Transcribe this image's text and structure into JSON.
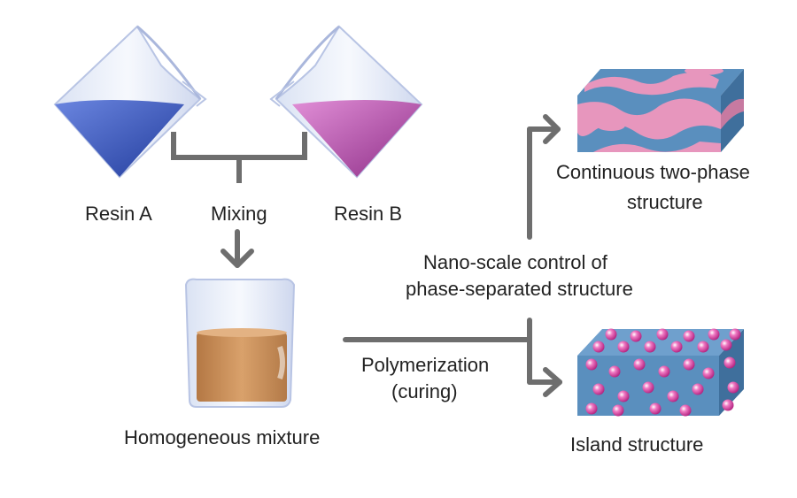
{
  "labels": {
    "resin_a": "Resin A",
    "mixing": "Mixing",
    "resin_b": "Resin B",
    "homogeneous": "Homogeneous mixture",
    "nano_line1": "Nano-scale control of",
    "nano_line2": "phase-separated structure",
    "poly_line1": "Polymerization",
    "poly_line2": "(curing)",
    "continuous_line1": "Continuous two-phase",
    "continuous_line2": "structure",
    "island": "Island structure"
  },
  "colors": {
    "connector": "#6e6e6e",
    "resin_a": "#3a55b8",
    "resin_b": "#b04aa6",
    "mixture": "#c98f5a",
    "matrix_blue": "#5a8fbe",
    "phase_pink": "#e796bd",
    "island_bead": "#d3309a"
  }
}
